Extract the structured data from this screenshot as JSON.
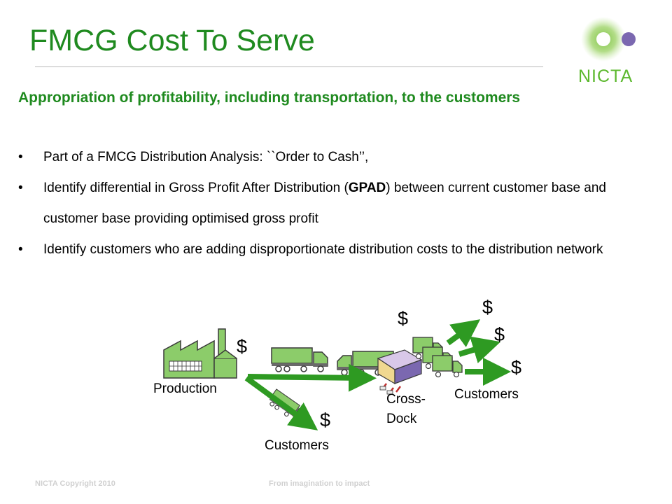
{
  "slide": {
    "title": "FMCG Cost To Serve",
    "logo_text": "NICTA",
    "subtitle": "Appropriation of profitability, including transportation, to the customers",
    "bullets": [
      {
        "text": "Part of a FMCG Distribution Analysis: ``Order to Cash’’,"
      },
      {
        "pre": "Identify differential in Gross Profit After Distribution (",
        "bold": "GPAD",
        "post": ") between current customer base and customer base providing optimised gross profit"
      },
      {
        "text": "Identify customers who are adding disproportionate distribution costs to the distribution network"
      }
    ],
    "bullet_glyph": "•",
    "diagram": {
      "production_label": "Production",
      "crossdock_label_1": "Cross-",
      "crossdock_label_2": "Dock",
      "customers_label_1": "Customers",
      "customers_label_2": "Customers",
      "dollar": "$"
    },
    "footer": {
      "copyright": "NICTA Copyright 2010",
      "tagline": "From imagination to impact"
    },
    "colors": {
      "title_green": "#1f8a1f",
      "arrow_green": "#2e9a22",
      "icon_green": "#8ccc6a",
      "logo_purple": "#7b68b0"
    }
  }
}
